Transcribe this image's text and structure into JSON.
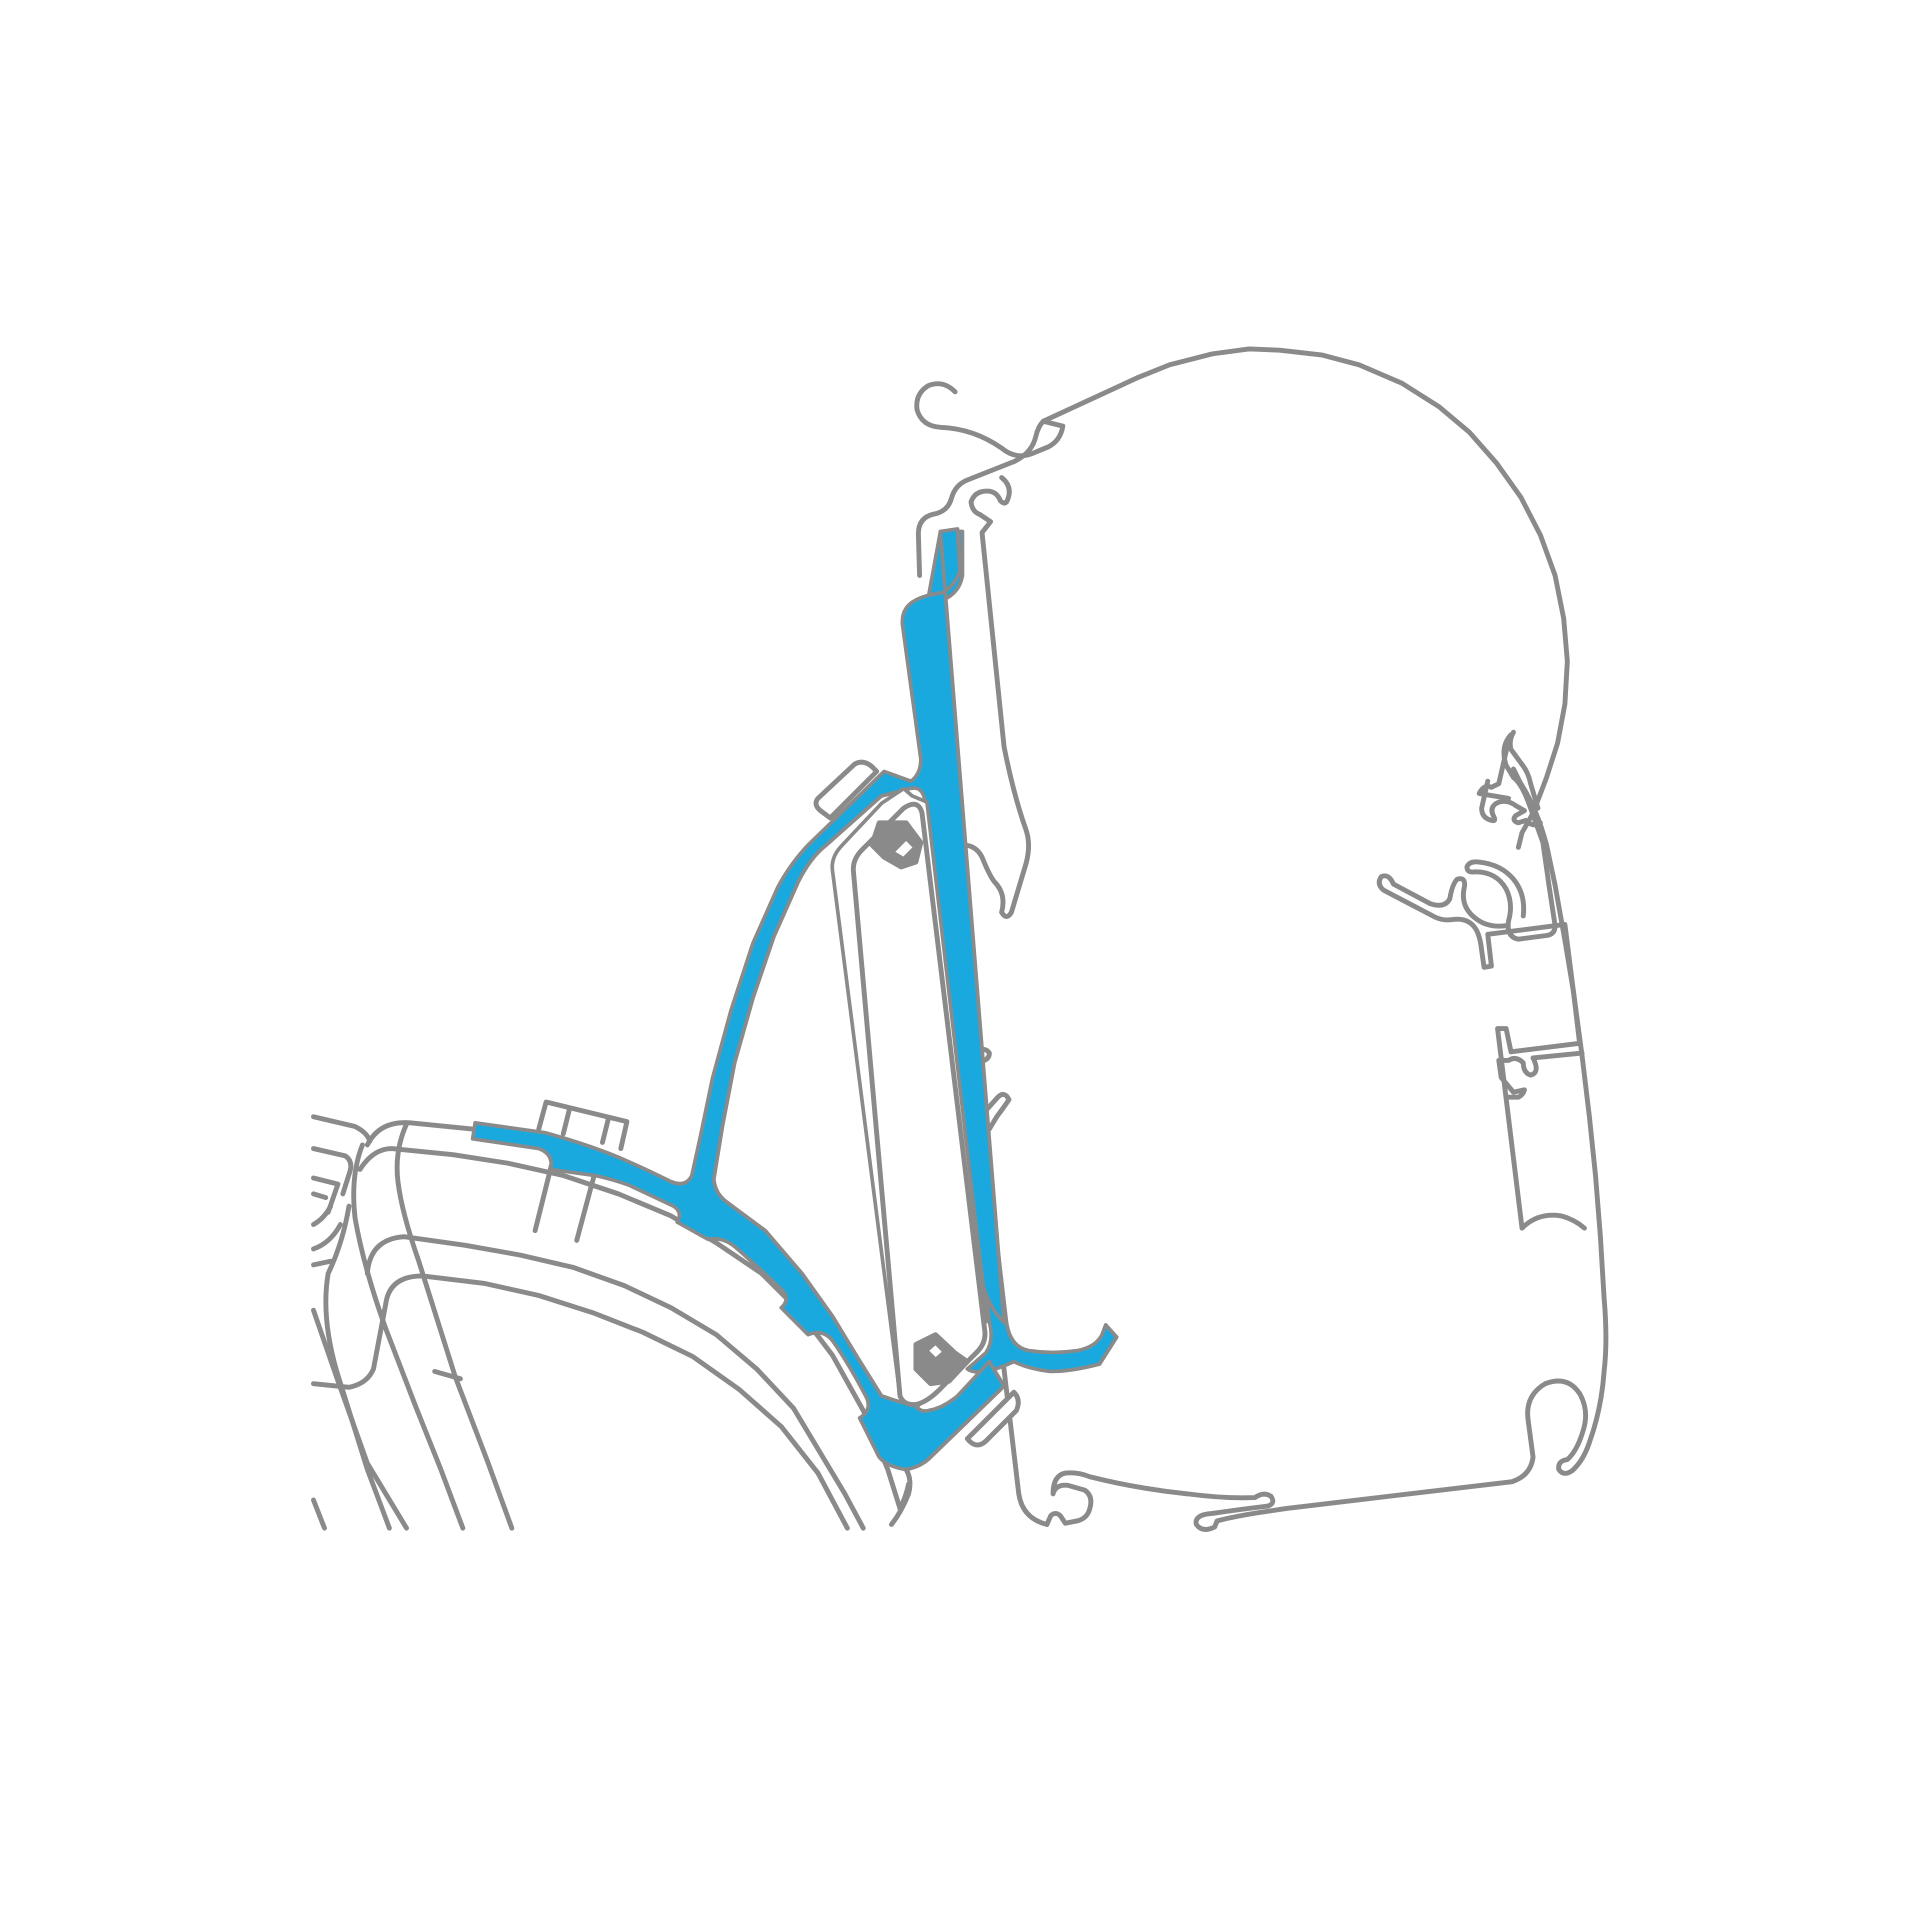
{
  "colors": {
    "background": "#ffffff",
    "outline": "#8a8a8a",
    "bracket_highlight": "#19a9df"
  },
  "parts": {
    "awning_profile": "awning-cassette-outline",
    "adapter_bracket": "highlighted-adapter-bracket",
    "vehicle_rail": "vehicle-roof-rail-outline"
  }
}
